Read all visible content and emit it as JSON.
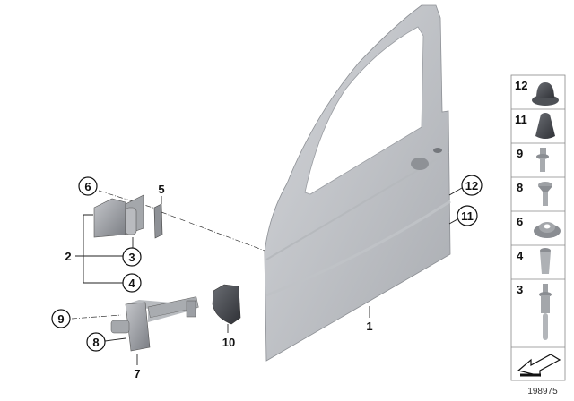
{
  "callouts": {
    "door": "1",
    "hinge_set": "2",
    "hinge_bolt": "3",
    "hinge_insert": "4",
    "hinge_plate": "5",
    "hinge_nut": "6",
    "door_check": "7",
    "check_screw": "8",
    "check_bolt": "9",
    "buffer": "10",
    "stop_11": "11",
    "stop_12": "12"
  },
  "parts_panel": {
    "items": [
      {
        "number": "12",
        "icon": "rubber-stop-round-icon"
      },
      {
        "number": "11",
        "icon": "rubber-stop-cone-icon"
      },
      {
        "number": "9",
        "icon": "hex-bolt-icon"
      },
      {
        "number": "8",
        "icon": "countersunk-screw-icon"
      },
      {
        "number": "6",
        "icon": "flange-nut-icon"
      },
      {
        "number": "4",
        "icon": "insert-sleeve-icon"
      },
      {
        "number": "3",
        "icon": "threaded-pin-icon"
      }
    ],
    "nav_icon": "arrow-icon"
  },
  "diagram_id": "198975"
}
